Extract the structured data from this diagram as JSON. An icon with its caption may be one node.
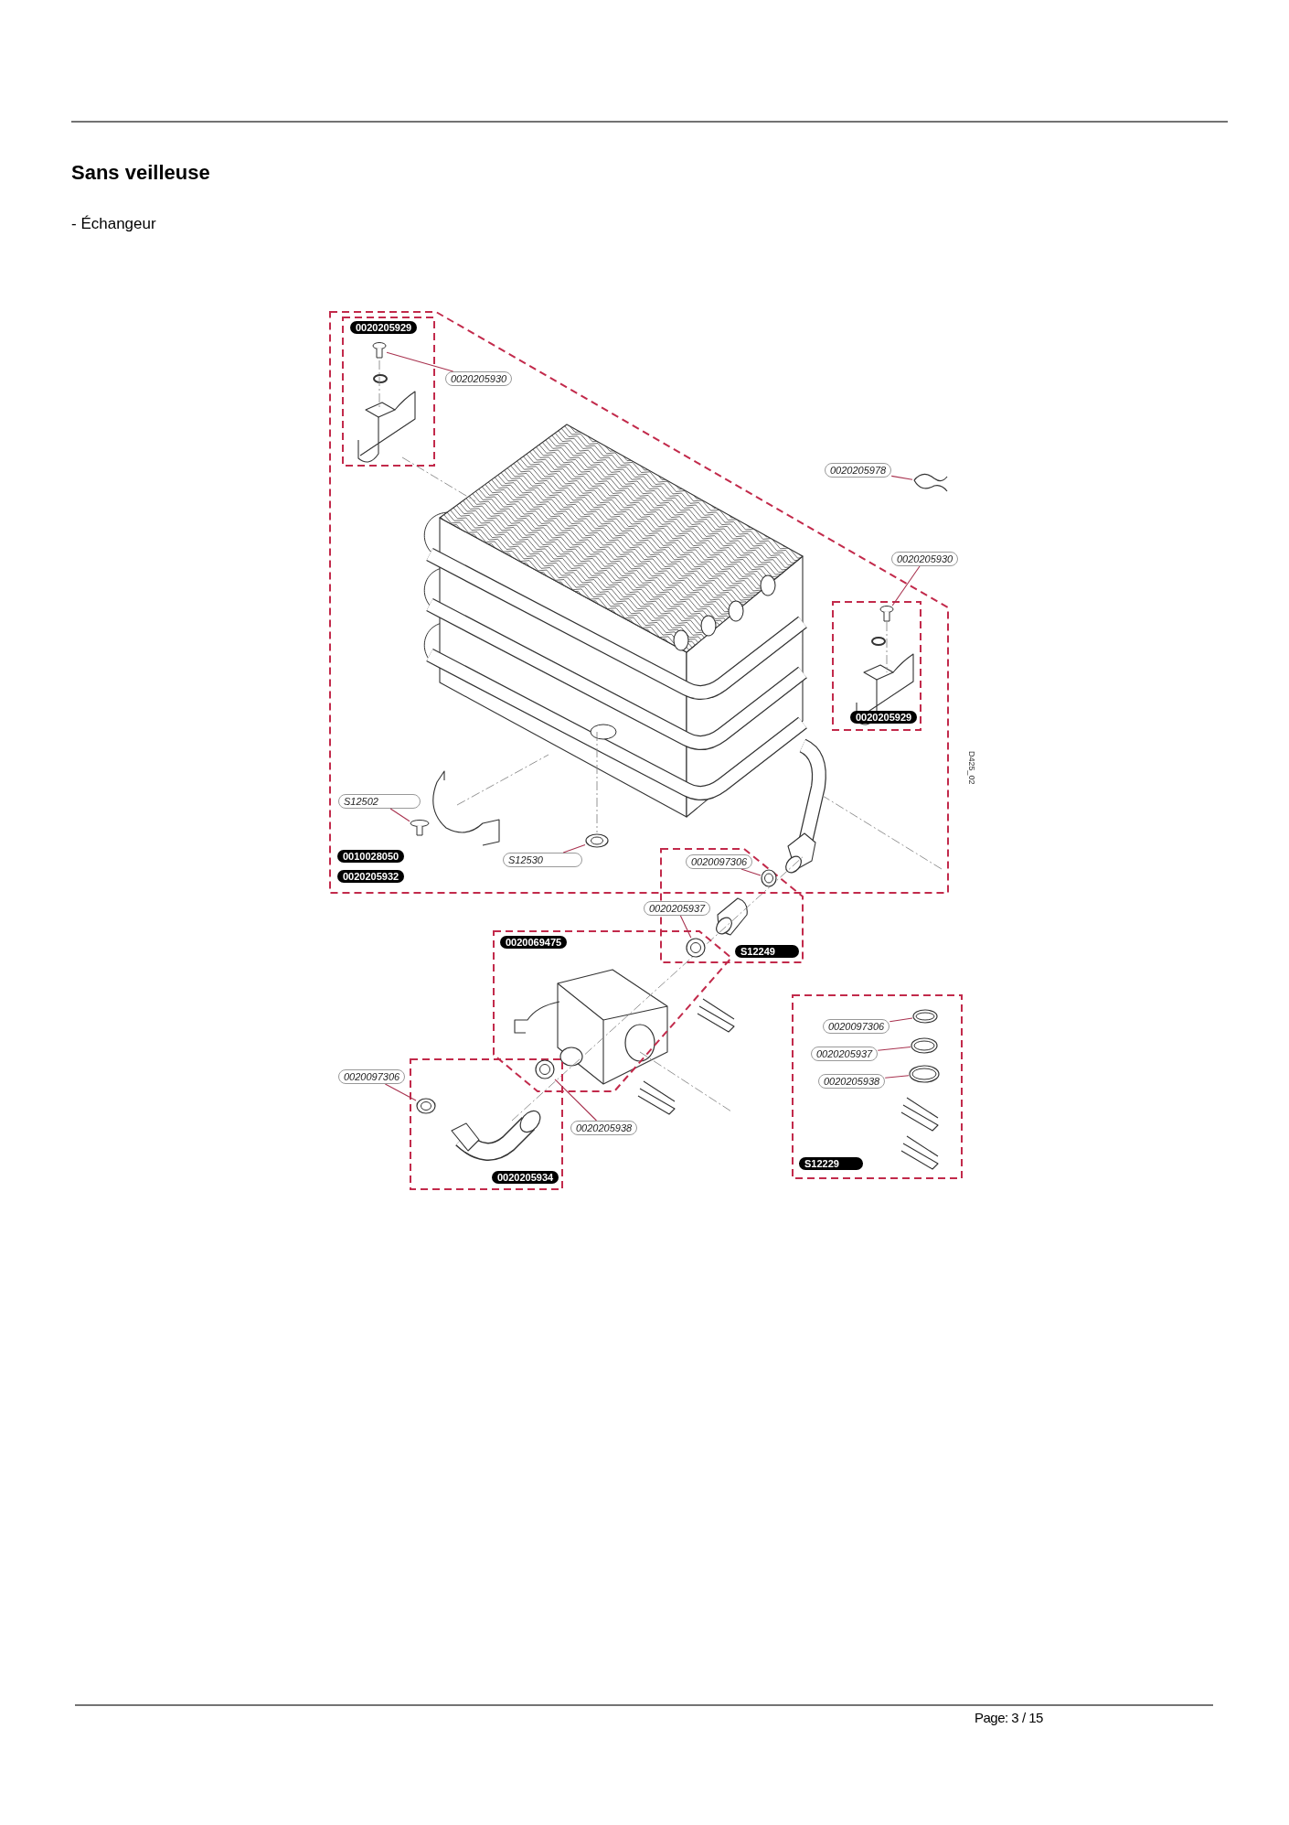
{
  "diagram": {
    "title": "Sans veilleuse",
    "nodes": [
      {
        "text": [
          "0010028050",
          "0020205932"
        ]
      },
      {
        "text": [
          "0020205929"
        ],
        "in": 0
      },
      {
        "text": [],
        "shape": "picture",
        "in": 1
      },
      {
        "text": [
          "0020205930"
        ],
        "in": 0
      },
      {
        "text": [
          "0020205978"
        ]
      },
      {
        "text": [],
        "shape": "picture"
      },
      {
        "text": [
          "0020205930"
        ]
      },
      {
        "text": [
          "0020205929"
        ],
        "in": 0
      },
      {
        "text": [],
        "shape": "picture",
        "in": 7
      },
      {
        "text": [
          "S12502"
        ],
        "in": 0
      },
      {
        "text": [],
        "shape": "picture",
        "in": 0
      },
      {
        "text": [
          "S12530"
        ],
        "in": 0
      },
      {
        "text": [],
        "shape": "picture",
        "in": 0
      },
      {
        "text": [
          "S12249"
        ]
      },
      {
        "text": [
          "0020097306"
        ]
      },
      {
        "text": [],
        "shape": "picture"
      },
      {
        "text": [
          "0020205937"
        ]
      },
      {
        "text": [],
        "shape": "picture"
      },
      {
        "text": [
          "0020069475"
        ]
      },
      {
        "text": [
          "0020205934"
        ]
      },
      {
        "text": [
          "0020097306"
        ]
      },
      {
        "text": [],
        "shape": "picture",
        "in": 19
      },
      {
        "text": [
          "0020205938"
        ]
      },
      {
        "text": [],
        "shape": "picture"
      },
      {
        "text": [
          "S12229"
        ]
      },
      {
        "text": [
          "0020097306"
        ],
        "in": 24
      },
      {
        "text": [],
        "shape": "picture",
        "in": 24
      },
      {
        "text": [
          "0020205937"
        ],
        "in": 24
      },
      {
        "text": [],
        "shape": "picture",
        "in": 24
      },
      {
        "text": [
          "0020205938"
        ],
        "in": 24
      },
      {
        "text": [],
        "shape": "picture",
        "in": 24
      }
    ],
    "edges": [
      {
        "from": 3,
        "to": 2,
        "arrow": "none"
      },
      {
        "from": 4,
        "to": 5,
        "arrow": "none"
      },
      {
        "from": 6,
        "to": 8,
        "arrow": "none"
      },
      {
        "from": 9,
        "to": 10,
        "arrow": "none"
      },
      {
        "from": 11,
        "to": 12,
        "arrow": "none"
      },
      {
        "from": 14,
        "to": 15,
        "arrow": "none"
      },
      {
        "from": 16,
        "to": 17,
        "arrow": "none"
      },
      {
        "from": 20,
        "to": 21,
        "arrow": "none"
      },
      {
        "from": 22,
        "to": 23,
        "arrow": "none"
      },
      {
        "from": 25,
        "to": 26,
        "arrow": "none"
      },
      {
        "from": 27,
        "to": 28,
        "arrow": "none"
      },
      {
        "from": 29,
        "to": 30,
        "arrow": "none"
      }
    ],
    "labels": [
      "- Échangeur",
      "D425_02",
      "Page: 3 / 15"
    ]
  }
}
